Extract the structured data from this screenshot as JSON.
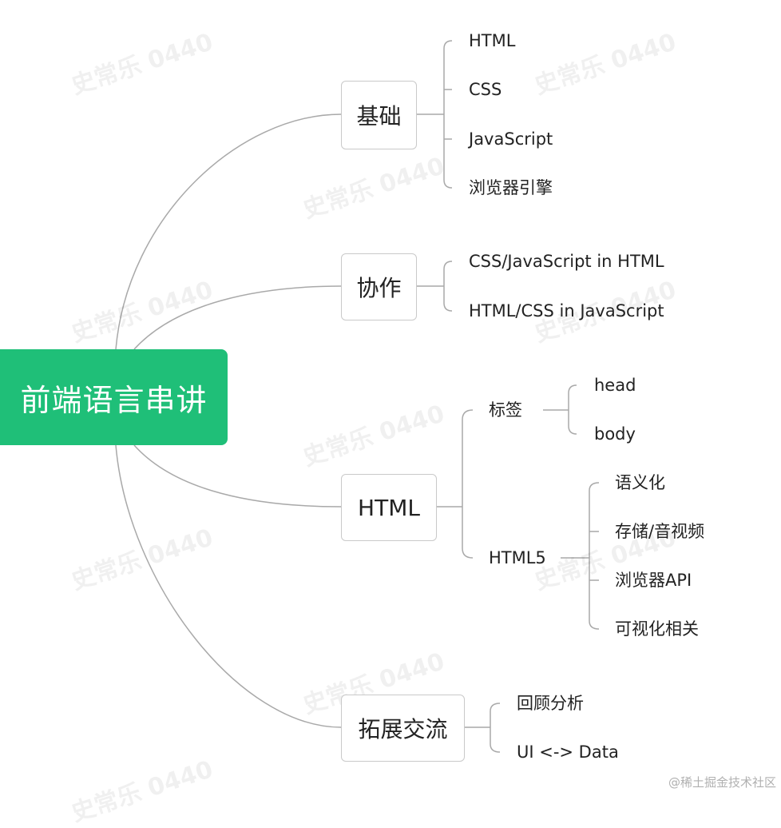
{
  "root": {
    "label": "前端语言串讲"
  },
  "branches": [
    {
      "label": "基础",
      "children": [
        "HTML",
        "CSS",
        "JavaScript",
        "浏览器引擎"
      ]
    },
    {
      "label": "协作",
      "children": [
        "CSS/JavaScript in HTML",
        "HTML/CSS in JavaScript"
      ]
    },
    {
      "label": "HTML",
      "groups": [
        {
          "label": "标签",
          "children": [
            "head",
            "body"
          ]
        },
        {
          "label": "HTML5",
          "children": [
            "语义化",
            "存储/音视频",
            "浏览器API",
            "可视化相关"
          ]
        }
      ]
    },
    {
      "label": "拓展交流",
      "children": [
        "回顾分析",
        "UI <-> Data"
      ]
    }
  ],
  "watermark": "史常乐 0440",
  "source": "@稀土掘金技术社区",
  "colors": {
    "root": "#1fbf78",
    "line": "#a9a9a9",
    "border": "#c9c9c9"
  }
}
